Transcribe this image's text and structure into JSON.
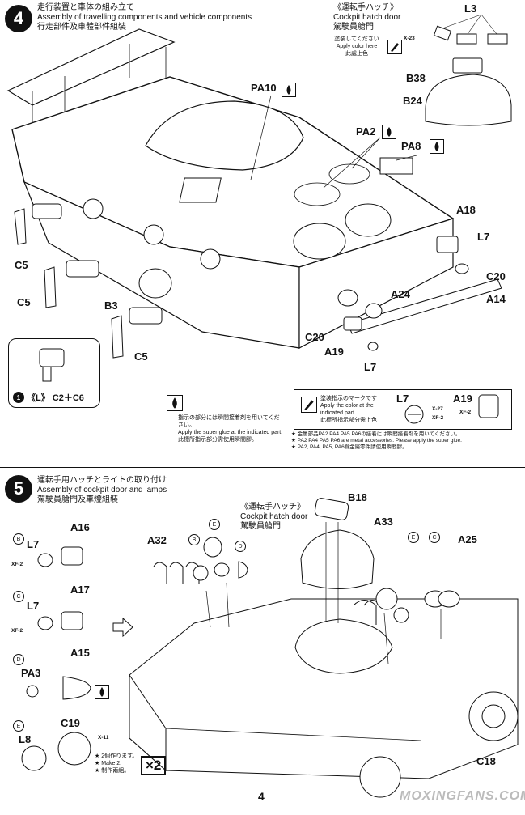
{
  "step4": {
    "number": "4",
    "title_jp": "走行装置と車体の組み立て",
    "title_en": "Assembly of travelling components and vehicle components",
    "title_cn": "行走部件及車體部件組裝",
    "hatch_title_jp": "《運転手ハッチ》",
    "hatch_title_en": "Cockpit hatch door",
    "hatch_title_cn": "駕駛員艙門",
    "paint_note_jp": "塗装してください",
    "paint_note_en": "Apply color here",
    "paint_note_cn": "此處上色",
    "paint_code": "X-23",
    "labels": {
      "L3": "L3",
      "B38": "B38",
      "B24": "B24",
      "PA10": "PA10",
      "PA2": "PA2",
      "PA8": "PA8",
      "A18": "A18",
      "L7a": "L7",
      "C20a": "C20",
      "A14": "A14",
      "A24": "A24",
      "C20b": "C20",
      "A19": "A19",
      "L7b": "L7",
      "C5a": "C5",
      "C5b": "C5",
      "B3": "B3",
      "C5c": "C5"
    },
    "inset_note": "《L》 C2＋C6",
    "inset_num": "1",
    "glue_jp": "指示の部分には瞬間接着剤を用いてください。",
    "glue_en": "Apply the super glue at the indicated part.",
    "glue_cn": "此標所指示部分需使用瞬間膠。",
    "legend_jp": "塗装指示のマークです",
    "legend_en": "Apply the color at the indicated part.",
    "legend_cn": "此標所指示部分需上色",
    "legend_L7": "L7",
    "legend_x27": "X-27",
    "legend_xf2a": "XF-2",
    "legend_A19": "A19",
    "legend_xf2b": "XF-2",
    "note_jp": "★ 金属部品PA2 PA4 PA5 PA6の接着には瞬間接着剤を用いてください。",
    "note_en": "★ PA2 PA4 PA5 PA6 are metal accessories. Please apply the super glue.",
    "note_cn": "★ PA2, PA4, PA5, PA6爲金屬零件請使用瞬間膠。"
  },
  "step5": {
    "number": "5",
    "title_jp": "運転手用ハッチとライトの取り付け",
    "title_en": "Assembly of cockpit door and lamps",
    "title_cn": "駕駛員艙門及車燈組裝",
    "hatch_title_jp": "《運転手ハッチ》",
    "hatch_title_en": "Cockpit hatch door",
    "hatch_title_cn": "駕駛員艙門",
    "left": {
      "b_mark": "B",
      "b_part": "L7",
      "b_main": "A16",
      "b_paint": "XF-2",
      "c_mark": "C",
      "c_part": "L7",
      "c_main": "A17",
      "c_paint": "XF-2",
      "d_mark": "D",
      "d_part": "PA3",
      "d_main": "A15",
      "e_mark": "E",
      "e_part": "L8",
      "e_main": "C19",
      "e_paint": "X-11"
    },
    "make_jp": "★ 2個作ります。",
    "make_en": "★ Make 2.",
    "make_cn": "★ 制作兩組。",
    "x2": "×2",
    "labels": {
      "A32": "A32",
      "B18": "B18",
      "A33": "A33",
      "A25": "A25",
      "C18": "C18"
    },
    "markers": {
      "B": "B",
      "E1": "E",
      "D": "D",
      "E2": "E",
      "C": "C"
    }
  },
  "footer": {
    "page": "4",
    "watermark": "MOXINGFANS.COM"
  }
}
